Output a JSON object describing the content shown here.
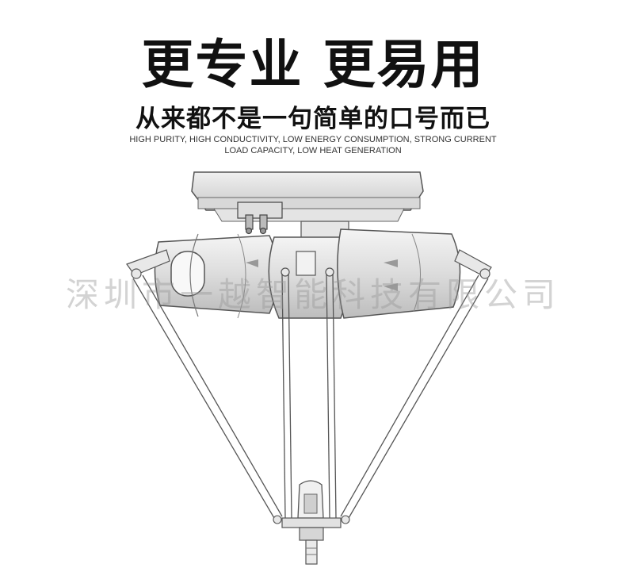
{
  "headline": "更专业 更易用",
  "subline": "从来都不是一句简单的口号而已",
  "english": {
    "line1": "HIGH PURITY, HIGH CONDUCTIVITY, LOW ENERGY CONSUMPTION, STRONG CURRENT",
    "line2": "LOAD CAPACITY, LOW HEAT GENERATION"
  },
  "watermark": "深圳市一越智能科技有限公司"
}
